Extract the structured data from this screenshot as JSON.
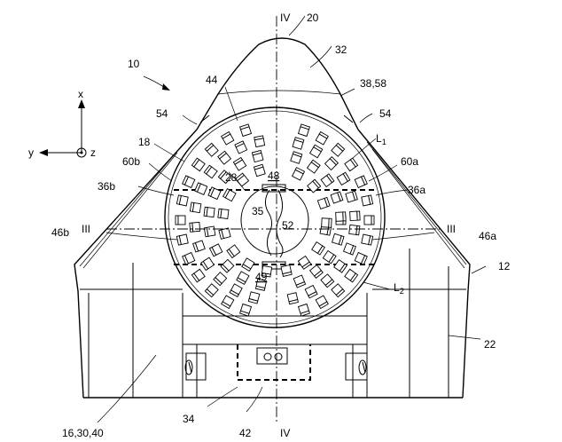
{
  "figure": {
    "labels": {
      "n10": "10",
      "n20": "20",
      "n32": "32",
      "n38": "38,58",
      "n44": "44",
      "n54a": "54",
      "n54b": "54",
      "n18": "18",
      "nL1": "L",
      "nL1sub": "1",
      "n60b": "60b",
      "n60a": "60a",
      "n28": "28",
      "n48": "48",
      "n36b": "36b",
      "n36a": "36a",
      "n35": "35",
      "n52": "52",
      "n46b": "46b",
      "n46a": "46a",
      "n49": "49",
      "nL2": "L",
      "nL2sub": "2",
      "n12": "12",
      "n22": "22",
      "n34": "34",
      "n16": "16,30,40",
      "n42": "42",
      "IVtop": "IV",
      "IVbottom": "IV",
      "IIIleft": "III",
      "IIIright": "III",
      "axis_x": "x",
      "axis_y": "y",
      "axis_z": "z"
    }
  }
}
